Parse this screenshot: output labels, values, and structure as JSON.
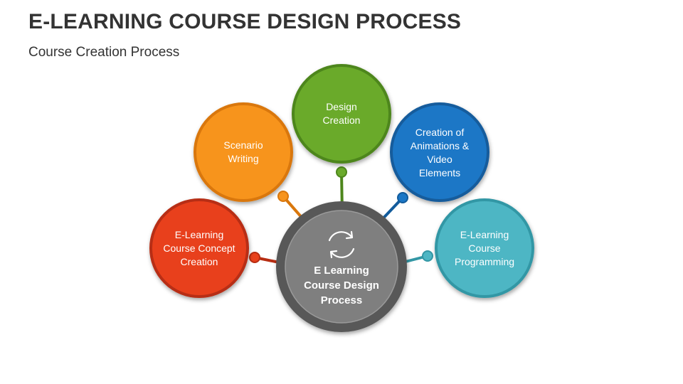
{
  "header": {
    "title": "E-LEARNING COURSE DESIGN PROCESS",
    "subtitle": "Course Creation Process"
  },
  "center": {
    "label": "E Learning\nCourse Design\nProcess",
    "icon": "refresh-icon",
    "color": "#7f7f7f",
    "ring_color": "#595959"
  },
  "nodes": [
    {
      "id": "concept",
      "label": "E-Learning\nCourse Concept\nCreation",
      "color": "#e8411b",
      "border": "#b72d12"
    },
    {
      "id": "scenario",
      "label": "Scenario\nWriting",
      "color": "#f7941d",
      "border": "#d9770c"
    },
    {
      "id": "design",
      "label": "Design\nCreation",
      "color": "#6aaa2b",
      "border": "#4d861b"
    },
    {
      "id": "animation",
      "label": "Creation of\nAnimations &\nVideo\nElements",
      "color": "#1b77c6",
      "border": "#135c9c"
    },
    {
      "id": "programming",
      "label": "E-Learning\nCourse\nProgramming",
      "color": "#4db6c4",
      "border": "#3397a5"
    }
  ]
}
